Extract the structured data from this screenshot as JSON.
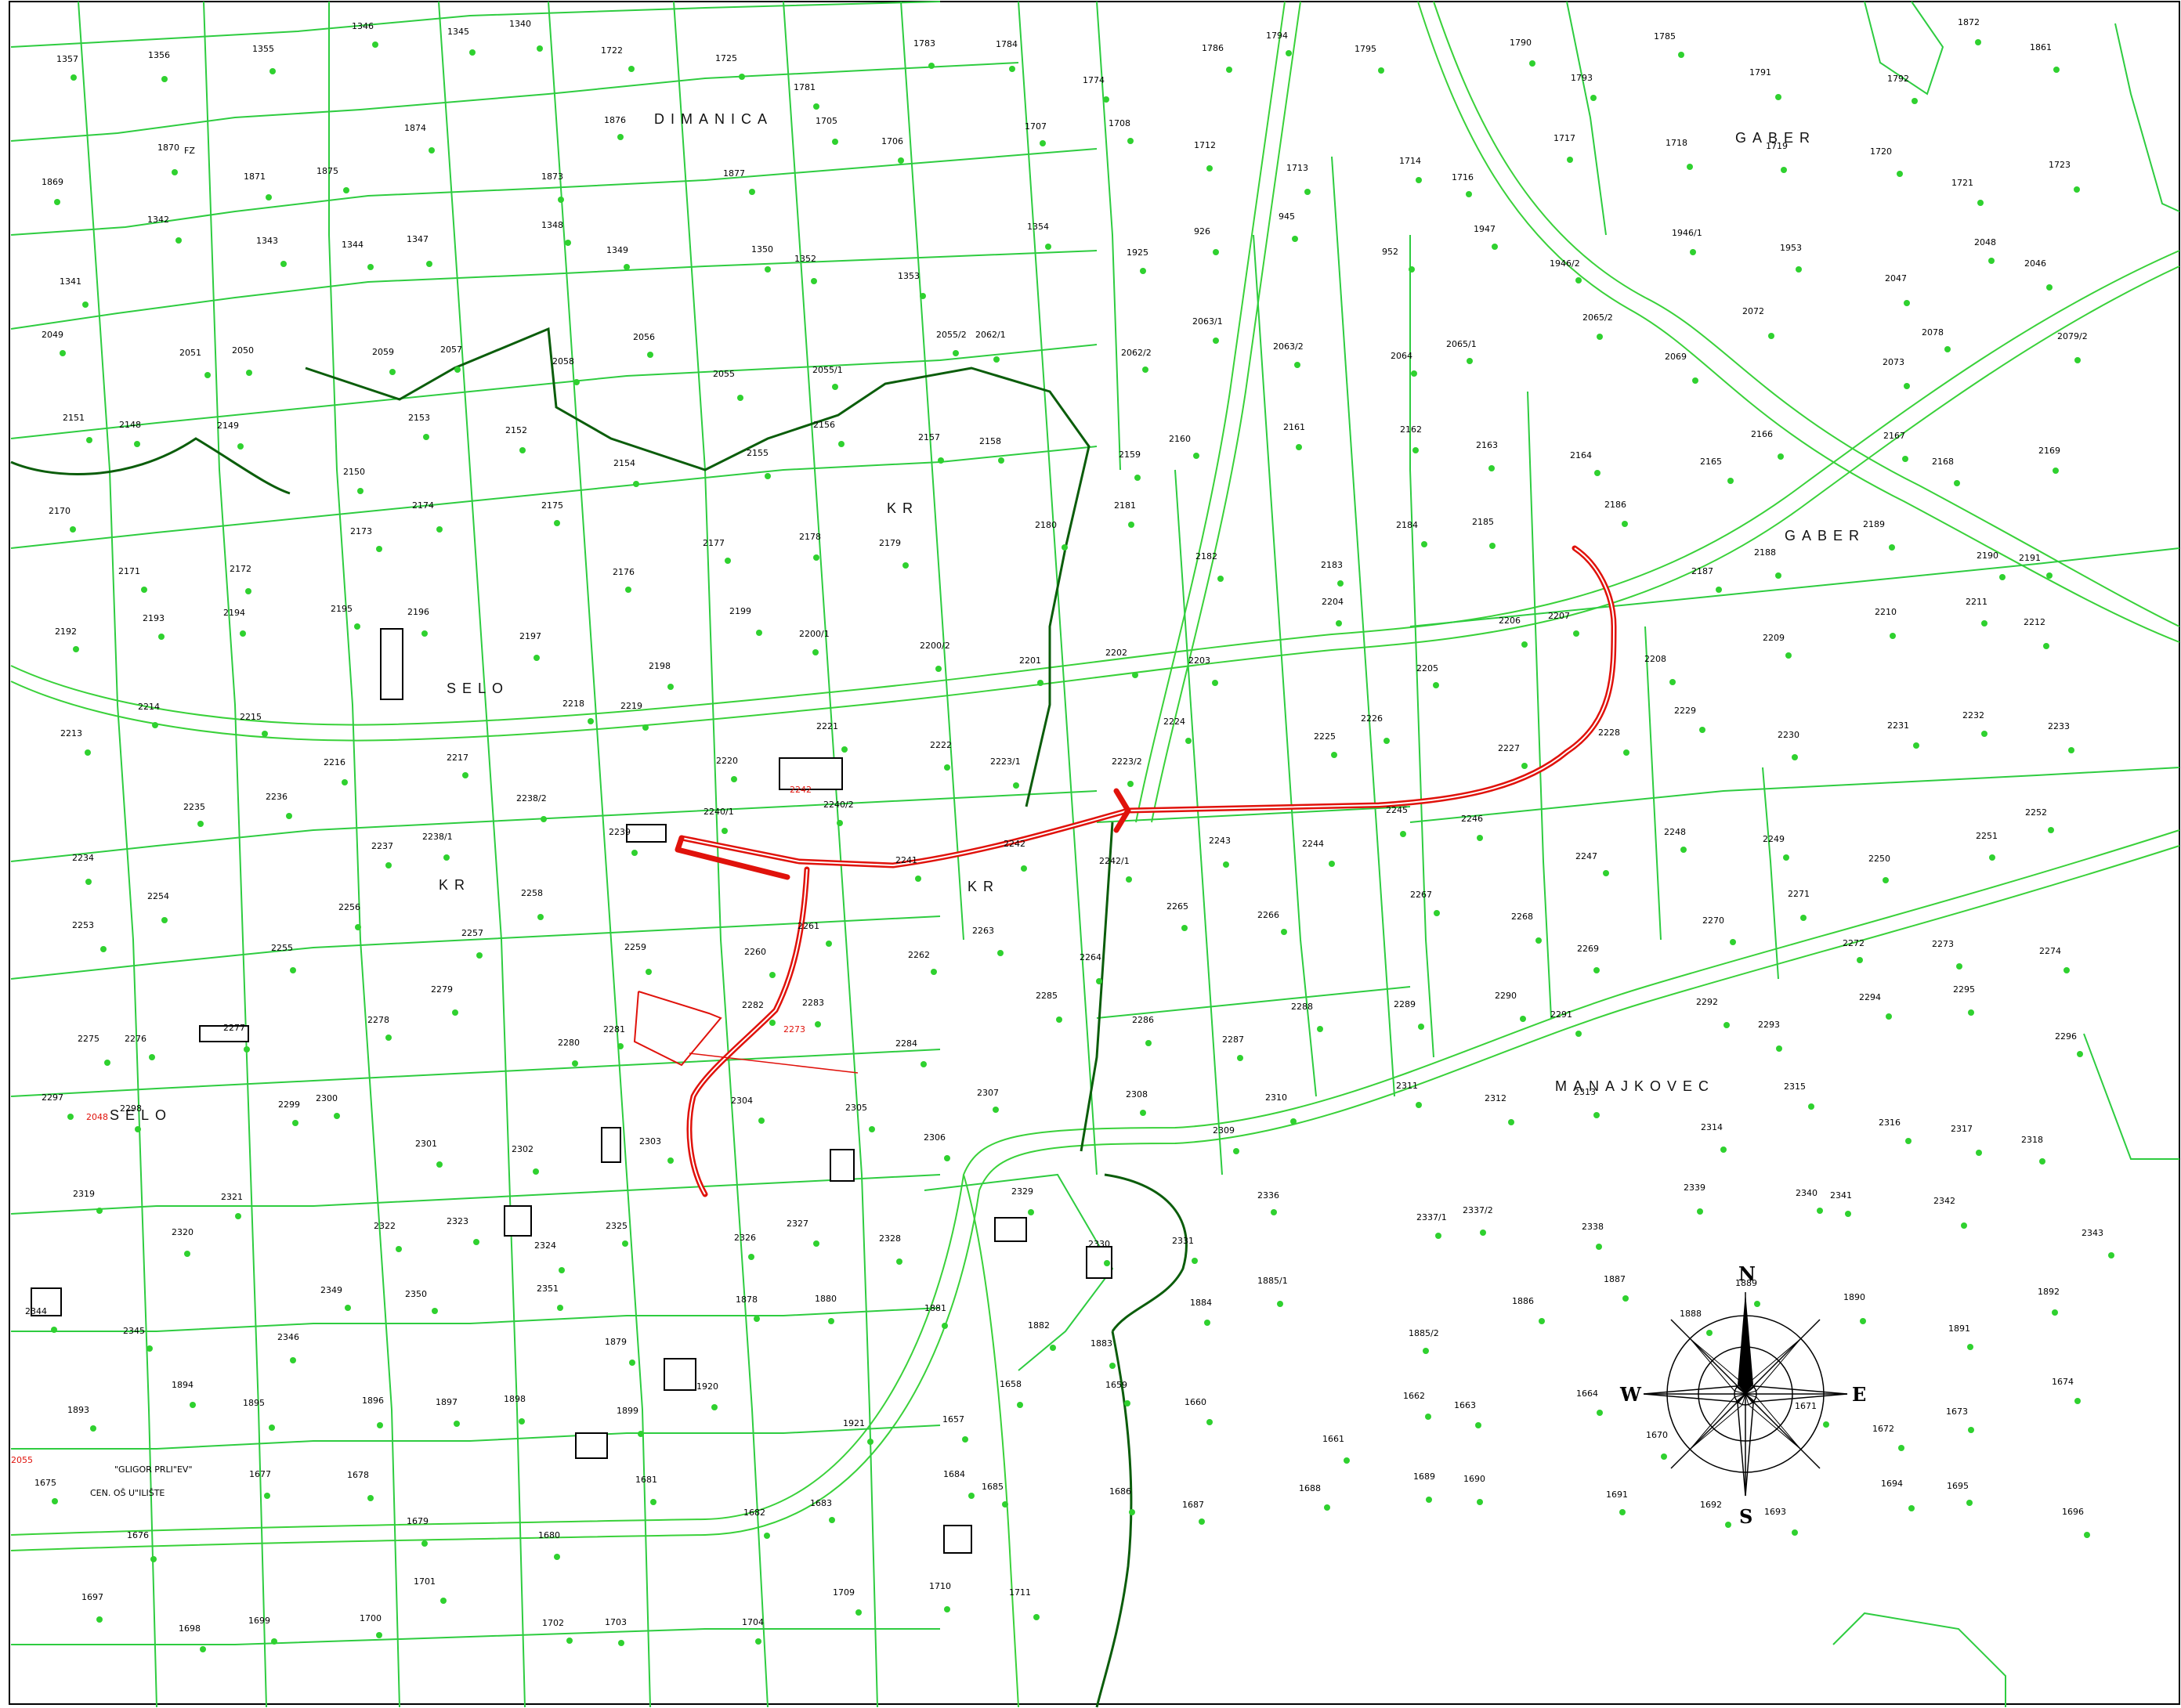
{
  "map": {
    "colors": {
      "parcel": "#2ecc40",
      "route": "#e0120b",
      "boundary": "#0b5d0b",
      "water": "#1fb6d9"
    },
    "area_names": [
      {
        "id": "dimanica",
        "label": "DIMANICA"
      },
      {
        "id": "gaber-north",
        "label": "GABER"
      },
      {
        "id": "gaber-east",
        "label": "GABER"
      },
      {
        "id": "selo-center",
        "label": "SELO"
      },
      {
        "id": "selo-west",
        "label": "SELO"
      },
      {
        "id": "kr-north",
        "label": "KR"
      },
      {
        "id": "kr-west",
        "label": "KR"
      },
      {
        "id": "kr-center",
        "label": "KR"
      },
      {
        "id": "manajkovec",
        "label": "MANAJKOVEC"
      }
    ],
    "parcel_labels": [
      "1357",
      "1356",
      "1355",
      "1346",
      "1345",
      "1340",
      "1722",
      "1725",
      "1781",
      "1783",
      "1784",
      "1774",
      "1786",
      "1794",
      "1795",
      "1790",
      "1793",
      "1785",
      "1791",
      "1792",
      "1872",
      "1861",
      "1869",
      "1870",
      "1871",
      "1875",
      "1874",
      "1873",
      "1876",
      "1877",
      "1705",
      "1706",
      "1707",
      "1708",
      "1712",
      "1713",
      "1714",
      "1716",
      "1717",
      "1718",
      "1719",
      "1720",
      "1721",
      "1723",
      "1341",
      "1342",
      "1343",
      "1344",
      "1347",
      "1348",
      "1349",
      "1350",
      "1352",
      "1353",
      "1354",
      "1925",
      "926",
      "945",
      "952",
      "1947",
      "1946/2",
      "1946/1",
      "1953",
      "2047",
      "2048",
      "2046",
      "2049",
      "2051",
      "2050",
      "2059",
      "2057",
      "2058",
      "2056",
      "2055",
      "2055/1",
      "2055/2",
      "2062/1",
      "2062/2",
      "2063/1",
      "2063/2",
      "2064",
      "2065/1",
      "2065/2",
      "2069",
      "2072",
      "2073",
      "2078",
      "2079/2",
      "2151",
      "2148",
      "2149",
      "2150",
      "2153",
      "2152",
      "2154",
      "2155",
      "2156",
      "2157",
      "2158",
      "2159",
      "2160",
      "2161",
      "2162",
      "2163",
      "2164",
      "2165",
      "2166",
      "2167",
      "2168",
      "2169",
      "2170",
      "2171",
      "2172",
      "2173",
      "2174",
      "2175",
      "2176",
      "2177",
      "2178",
      "2179",
      "2180",
      "2181",
      "2182",
      "2183",
      "2184",
      "2185",
      "2186",
      "2187",
      "2188",
      "2189",
      "2190",
      "2191",
      "2192",
      "2193",
      "2194",
      "2195",
      "2196",
      "2197",
      "2198",
      "2199",
      "2200/1",
      "2200/2",
      "2201",
      "2202",
      "2203",
      "2204",
      "2205",
      "2206",
      "2207",
      "2208",
      "2209",
      "2210",
      "2211",
      "2212",
      "2213",
      "2214",
      "2215",
      "2216",
      "2217",
      "2218",
      "2219",
      "2220",
      "2221",
      "2222",
      "2223/1",
      "2223/2",
      "2224",
      "2225",
      "2226",
      "2227",
      "2228",
      "2229",
      "2230",
      "2231",
      "2232",
      "2233",
      "2234",
      "2235",
      "2236",
      "2237",
      "2238/1",
      "2238/2",
      "2239",
      "2240/1",
      "2240/2",
      "2241",
      "2242",
      "2242/1",
      "2243",
      "2244",
      "2245",
      "2246",
      "2247",
      "2248",
      "2249",
      "2250",
      "2251",
      "2252",
      "2253",
      "2254",
      "2255",
      "2256",
      "2257",
      "2258",
      "2259",
      "2260",
      "2261",
      "2262",
      "2263",
      "2264",
      "2265",
      "2266",
      "2267",
      "2268",
      "2269",
      "2270",
      "2271",
      "2272",
      "2273",
      "2274",
      "2275",
      "2276",
      "2277",
      "2278",
      "2279",
      "2280",
      "2281",
      "2282",
      "2283",
      "2284",
      "2285",
      "2286",
      "2287",
      "2288",
      "2289",
      "2290",
      "2291",
      "2292",
      "2293",
      "2294",
      "2295",
      "2296",
      "2297",
      "2298",
      "2299",
      "2300",
      "2301",
      "2302",
      "2303",
      "2304",
      "2305",
      "2306",
      "2307",
      "2308",
      "2309",
      "2310",
      "2311",
      "2312",
      "2313",
      "2314",
      "2315",
      "2316",
      "2317",
      "2318",
      "2319",
      "2320",
      "2321",
      "2322",
      "2323",
      "2324",
      "2325",
      "2326",
      "2327",
      "2328",
      "2329",
      "2330",
      "2331",
      "2336",
      "2337/1",
      "2337/2",
      "2338",
      "2339",
      "2340",
      "2341",
      "2342",
      "2343",
      "2344",
      "2345",
      "2346",
      "2349",
      "2350",
      "2351",
      "1879",
      "1878",
      "1880",
      "1881",
      "1882",
      "1883",
      "1884",
      "1885/1",
      "1885/2",
      "1886",
      "1887",
      "1888",
      "1889",
      "1890",
      "1891",
      "1892",
      "1893",
      "1894",
      "1895",
      "1896",
      "1897",
      "1898",
      "1899",
      "1920",
      "1921",
      "1657",
      "1658",
      "1659",
      "1660",
      "1661",
      "1662",
      "1663",
      "1664",
      "1670",
      "1671",
      "1672",
      "1673",
      "1674",
      "1675",
      "1676",
      "1677",
      "1678",
      "1679",
      "1680",
      "1681",
      "1682",
      "1683",
      "1684",
      "1685",
      "1686",
      "1687",
      "1688",
      "1689",
      "1690",
      "1691",
      "1692",
      "1693",
      "1694",
      "1695",
      "1696",
      "1697",
      "1698",
      "1699",
      "1700",
      "1701",
      "1702",
      "1703",
      "1704",
      "1709",
      "1710",
      "1711"
    ],
    "compass": {
      "north": "N",
      "south": "S",
      "east": "E",
      "west": "W"
    },
    "labels_misc": {
      "cemetery_label": "\"GLIGOR PRLI\"EV\"",
      "grave_label": "CEN. OŠ U\"ILIŠTE",
      "fz_label": "FZ"
    }
  }
}
